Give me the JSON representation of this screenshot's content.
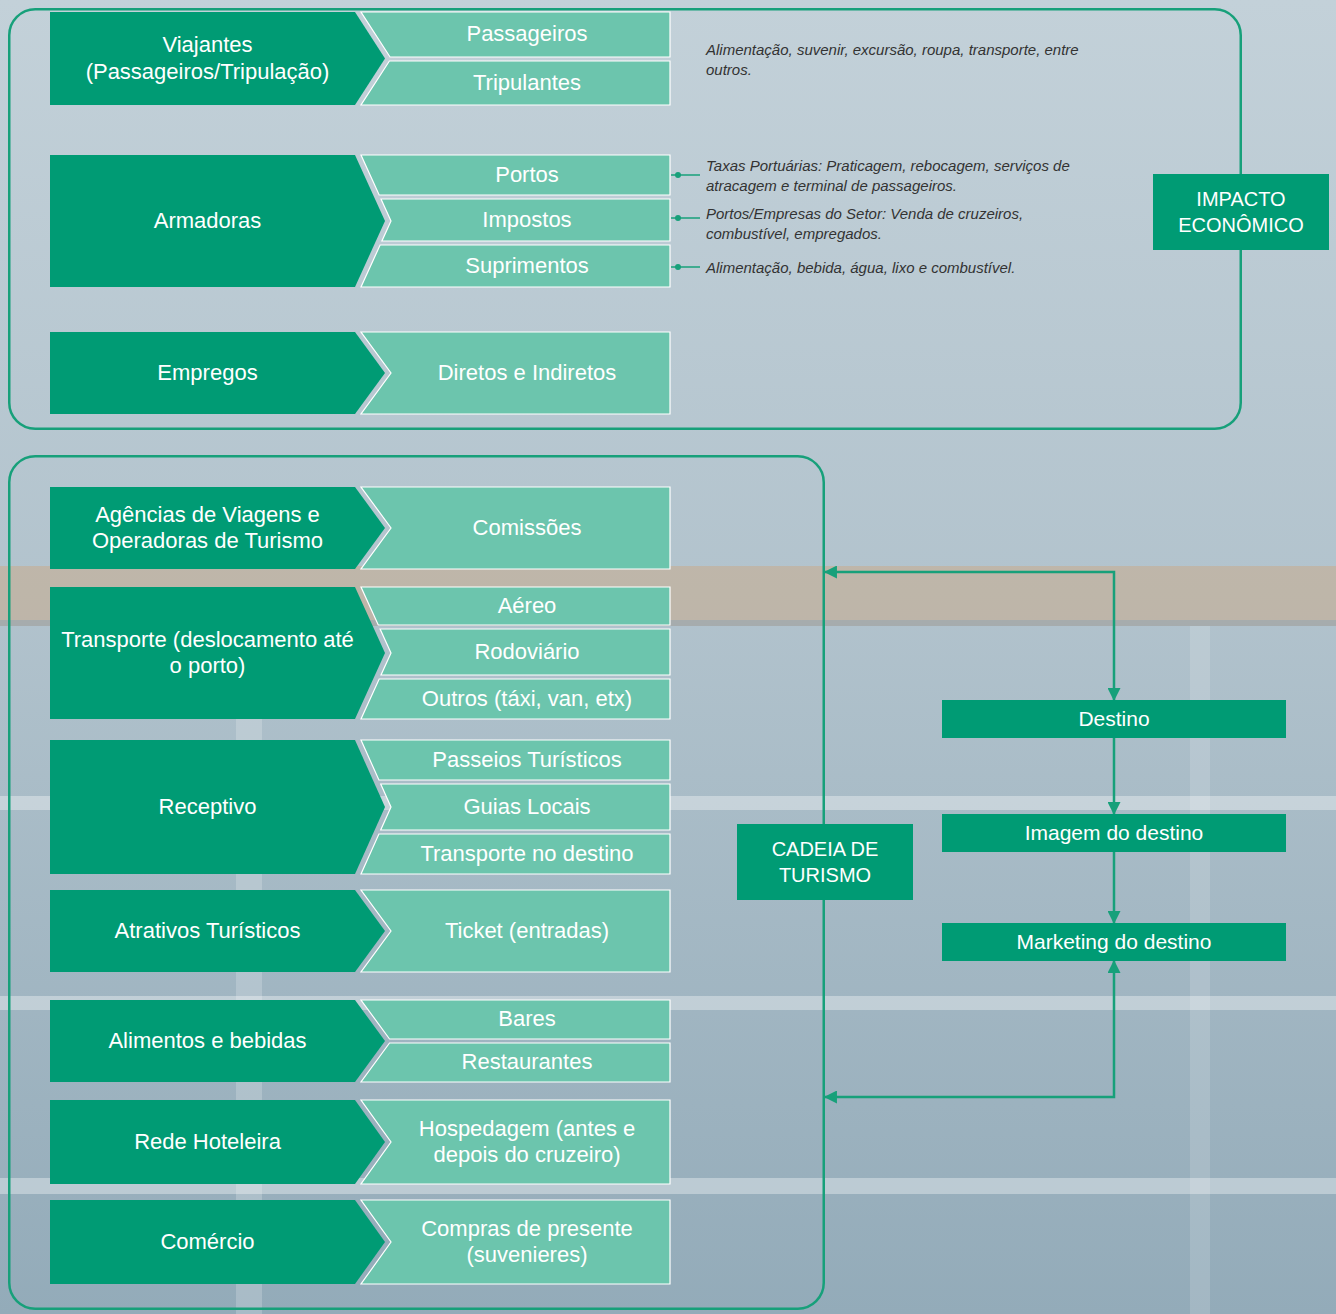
{
  "diagram": {
    "nodes": [
      {
        "text": [
          "IMPACTO ECONÔMICO"
        ]
      },
      {
        "text": [
          "Viajantes (Passageiros/Tripulação)"
        ],
        "in": 0
      },
      {
        "text": [
          "Passageiros"
        ],
        "in": 0
      },
      {
        "text": [
          "Tripulantes"
        ],
        "in": 0
      },
      {
        "text": [
          "Armadoras"
        ],
        "in": 0
      },
      {
        "text": [
          "Portos"
        ],
        "in": 0
      },
      {
        "text": [
          "Impostos"
        ],
        "in": 0
      },
      {
        "text": [
          "Suprimentos"
        ],
        "in": 0
      },
      {
        "text": [
          "Empregos"
        ],
        "in": 0
      },
      {
        "text": [
          "Diretos e Indiretos"
        ],
        "in": 0
      },
      {
        "text": [
          "CADEIA DE TURISMO"
        ]
      },
      {
        "text": [
          "Agências de Viagens e Operadoras de Turismo"
        ],
        "in": 10
      },
      {
        "text": [
          "Comissões"
        ],
        "in": 10
      },
      {
        "text": [
          "Transporte (deslocamento até o porto)"
        ],
        "in": 10
      },
      {
        "text": [
          "Aéreo"
        ],
        "in": 10
      },
      {
        "text": [
          "Rodoviário"
        ],
        "in": 10
      },
      {
        "text": [
          "Outros (táxi, van, etx)"
        ],
        "in": 10
      },
      {
        "text": [
          "Receptivo"
        ],
        "in": 10
      },
      {
        "text": [
          "Passeios Turísticos"
        ],
        "in": 10
      },
      {
        "text": [
          "Guias Locais"
        ],
        "in": 10
      },
      {
        "text": [
          "Transporte no destino"
        ],
        "in": 10
      },
      {
        "text": [
          "Atrativos Turísticos"
        ],
        "in": 10
      },
      {
        "text": [
          "Ticket (entradas)"
        ],
        "in": 10
      },
      {
        "text": [
          "Alimentos e bebidas"
        ],
        "in": 10
      },
      {
        "text": [
          "Bares"
        ],
        "in": 10
      },
      {
        "text": [
          "Restaurantes"
        ],
        "in": 10
      },
      {
        "text": [
          "Rede Hoteleira"
        ],
        "in": 10
      },
      {
        "text": [
          "Hospedagem (antes e depois do cruzeiro)"
        ],
        "in": 10
      },
      {
        "text": [
          "Comércio"
        ],
        "in": 10
      },
      {
        "text": [
          "Compras de presente (suvenieres)"
        ],
        "in": 10
      },
      {
        "text": [
          "Destino"
        ]
      },
      {
        "text": [
          "Imagem do destino"
        ]
      },
      {
        "text": [
          "Marketing do destino"
        ]
      }
    ],
    "edges": [
      {
        "from": 10,
        "to": 30,
        "arrow": "both"
      },
      {
        "from": 30,
        "to": 31,
        "arrow": "to"
      },
      {
        "from": 31,
        "to": 32,
        "arrow": "to"
      },
      {
        "from": 32,
        "to": 10,
        "arrow": "both"
      }
    ],
    "labels": [
      "Alimentação, suvenir, excursão, roupa, transporte, entre outros.",
      "Taxas Portuárias: Praticagem, rebocagem, serviços de atracagem e terminal de passageiros.",
      "Portos/Empresas do Setor: Venda de cruzeiros, combustível, empregados.",
      "Alimentação, bebida, água, lixo e combustível."
    ]
  }
}
